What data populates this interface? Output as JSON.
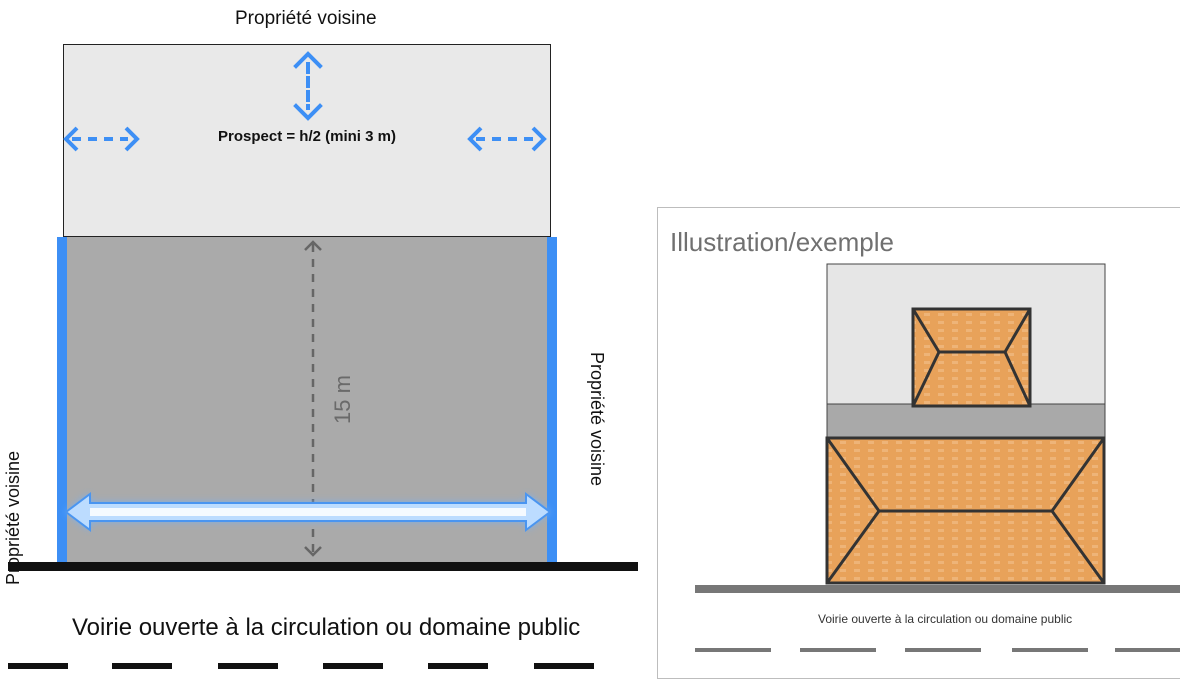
{
  "labels": {
    "top_neighbor": "Propriété voisine",
    "left_neighbor": "Propriété voisine",
    "right_neighbor": "Propriété voisine",
    "prospect_rule": "Prospect = h/2 (mini 3 m)",
    "depth_dimension": "15 m",
    "road": "Voirie ouverte à la circulation ou domaine public"
  },
  "example": {
    "title": "Illustration/exemple",
    "road": "Voirie ouverte à la circulation ou domaine public"
  },
  "colors": {
    "arrow_blue": "#3d8ff5",
    "roof_orange": "#e8a25a",
    "zone_light": "#e9e9e9",
    "zone_dark": "#aaaaaa"
  }
}
